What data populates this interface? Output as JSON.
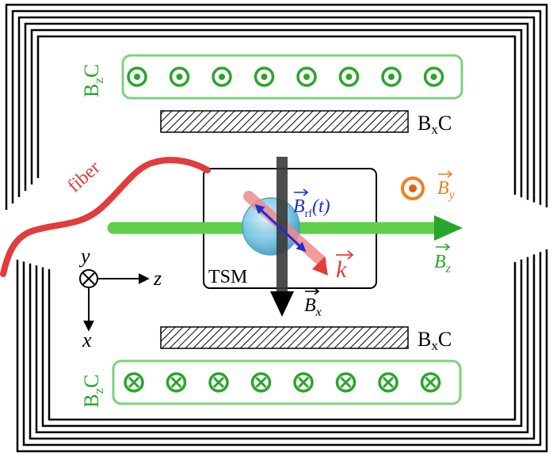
{
  "labels": {
    "bzc_top": "B",
    "bzc_top_sub": "z",
    "bzc_top_tail": "C",
    "bzc_bottom": "B",
    "bzc_bottom_sub": "z",
    "bzc_bottom_tail": "C",
    "bxc_top": "B",
    "bxc_top_sub": "x",
    "bxc_top_tail": "C",
    "bxc_bottom": "B",
    "bxc_bottom_sub": "x",
    "bxc_bottom_tail": "C",
    "fiber": "fiber",
    "tsm": "TSM",
    "brf": "B",
    "brf_sub": "rf",
    "brf_arg": "(t)",
    "k": "k",
    "by": "B",
    "by_sub": "y",
    "bz": "B",
    "bz_sub": "z",
    "bx": "B",
    "bx_sub": "x",
    "axis_y": "y",
    "axis_z": "z",
    "axis_x": "x"
  },
  "colors": {
    "green": "#2aa52a",
    "light_green": "#7fd07f",
    "red": "#e23c3c",
    "orange": "#f07f20",
    "blue": "#1a2fd6",
    "black": "#000000",
    "gray": "#555555",
    "sphere": "#7fc8e6"
  },
  "icons": {
    "top_coil_symbols": "dot-in-circle-icon",
    "bottom_coil_symbols": "cross-in-circle-icon"
  }
}
